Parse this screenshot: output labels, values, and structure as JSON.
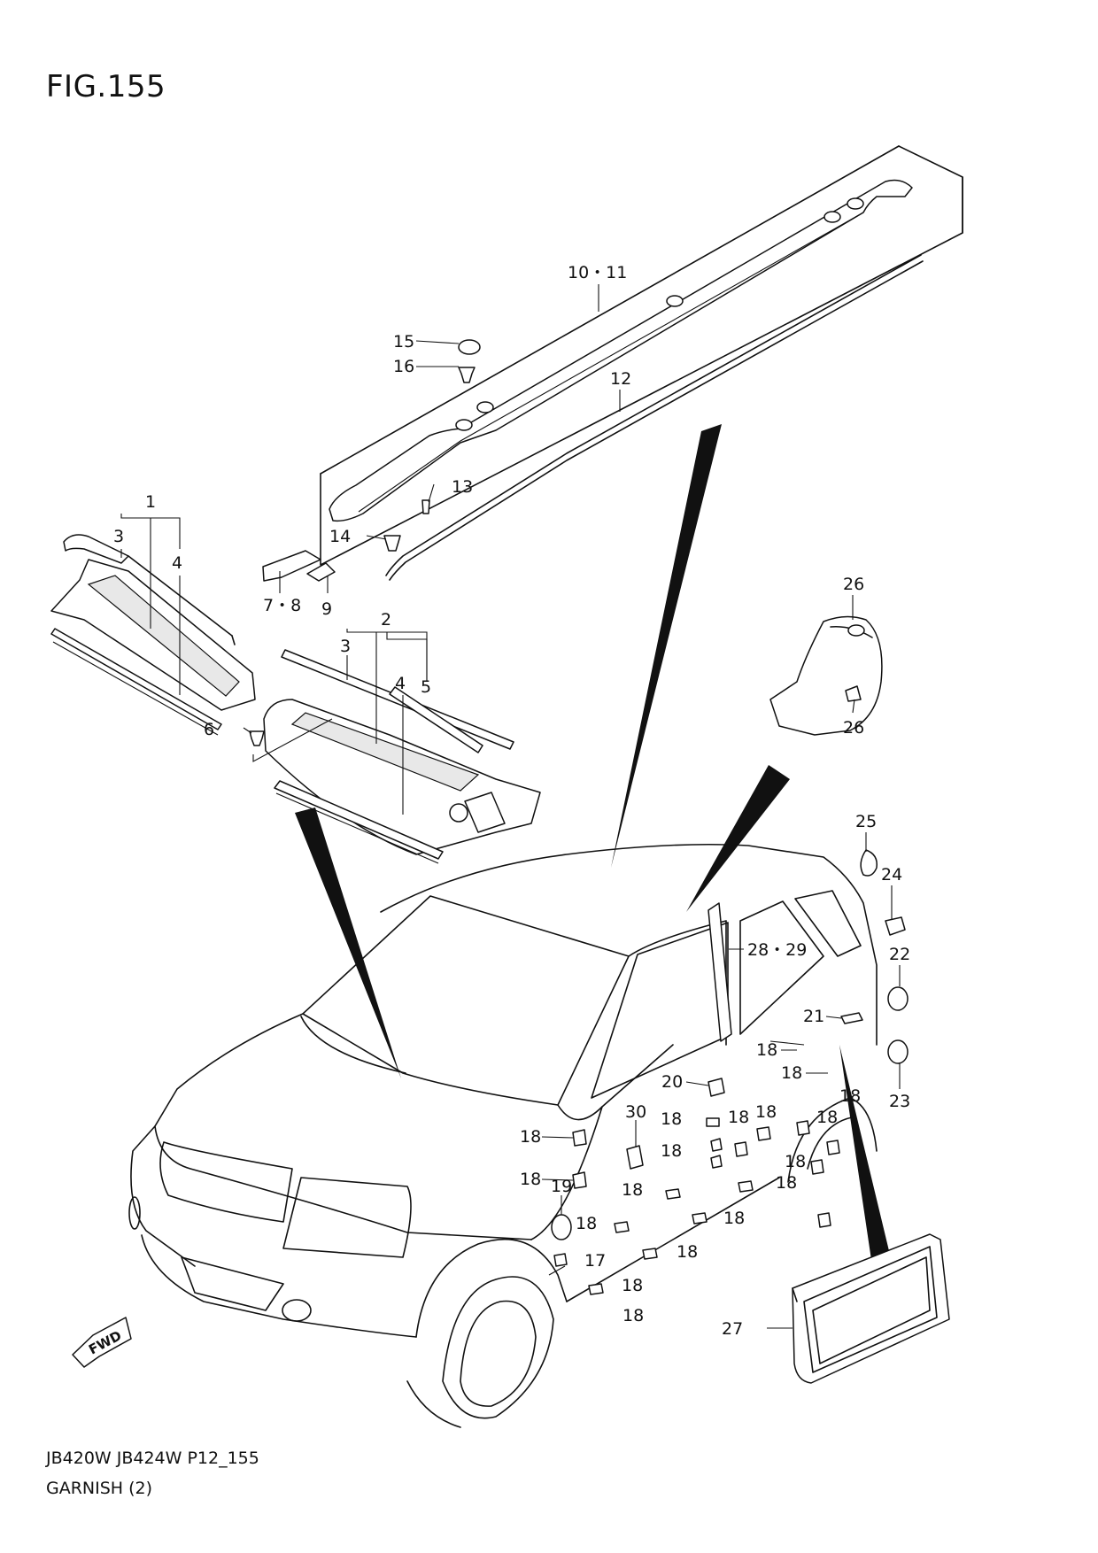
{
  "figure": {
    "title": "FIG.155"
  },
  "footer": {
    "code": "JB420W JB424W P12_155",
    "name": "GARNISH (2)"
  },
  "fwd_badge": {
    "label": "FWD"
  },
  "callouts": [
    {
      "id": "c10-11",
      "label": "10・11"
    },
    {
      "id": "c15",
      "label": "15"
    },
    {
      "id": "c16",
      "label": "16"
    },
    {
      "id": "c12",
      "label": "12"
    },
    {
      "id": "c13",
      "label": "13"
    },
    {
      "id": "c14",
      "label": "14"
    },
    {
      "id": "c1",
      "label": "1"
    },
    {
      "id": "c3a",
      "label": "3"
    },
    {
      "id": "c4a",
      "label": "4"
    },
    {
      "id": "c7-8",
      "label": "7・8"
    },
    {
      "id": "c9",
      "label": "9"
    },
    {
      "id": "c2",
      "label": "2"
    },
    {
      "id": "c3b",
      "label": "3"
    },
    {
      "id": "c4b",
      "label": "4"
    },
    {
      "id": "c5",
      "label": "5"
    },
    {
      "id": "c6",
      "label": "6"
    },
    {
      "id": "c26a",
      "label": "26"
    },
    {
      "id": "c26b",
      "label": "26"
    },
    {
      "id": "c25",
      "label": "25"
    },
    {
      "id": "c24",
      "label": "24"
    },
    {
      "id": "c22",
      "label": "22"
    },
    {
      "id": "c28-29",
      "label": "28・29"
    },
    {
      "id": "c21",
      "label": "21"
    },
    {
      "id": "c23",
      "label": "23"
    },
    {
      "id": "c18a",
      "label": "18"
    },
    {
      "id": "c18b",
      "label": "18"
    },
    {
      "id": "c18c",
      "label": "18"
    },
    {
      "id": "c20",
      "label": "20"
    },
    {
      "id": "c30",
      "label": "30"
    },
    {
      "id": "c18d",
      "label": "18"
    },
    {
      "id": "c18e",
      "label": "18"
    },
    {
      "id": "c18f",
      "label": "18"
    },
    {
      "id": "c18g",
      "label": "18"
    },
    {
      "id": "c18h",
      "label": "18"
    },
    {
      "id": "c18i",
      "label": "18"
    },
    {
      "id": "c18j",
      "label": "18"
    },
    {
      "id": "c18k",
      "label": "18"
    },
    {
      "id": "c18l",
      "label": "18"
    },
    {
      "id": "c18m",
      "label": "18"
    },
    {
      "id": "c19",
      "label": "19"
    },
    {
      "id": "c18n",
      "label": "18"
    },
    {
      "id": "c18o",
      "label": "18"
    },
    {
      "id": "c18p",
      "label": "18"
    },
    {
      "id": "c17",
      "label": "17"
    },
    {
      "id": "c18q",
      "label": "18"
    },
    {
      "id": "c18r",
      "label": "18"
    },
    {
      "id": "c27",
      "label": "27"
    }
  ]
}
